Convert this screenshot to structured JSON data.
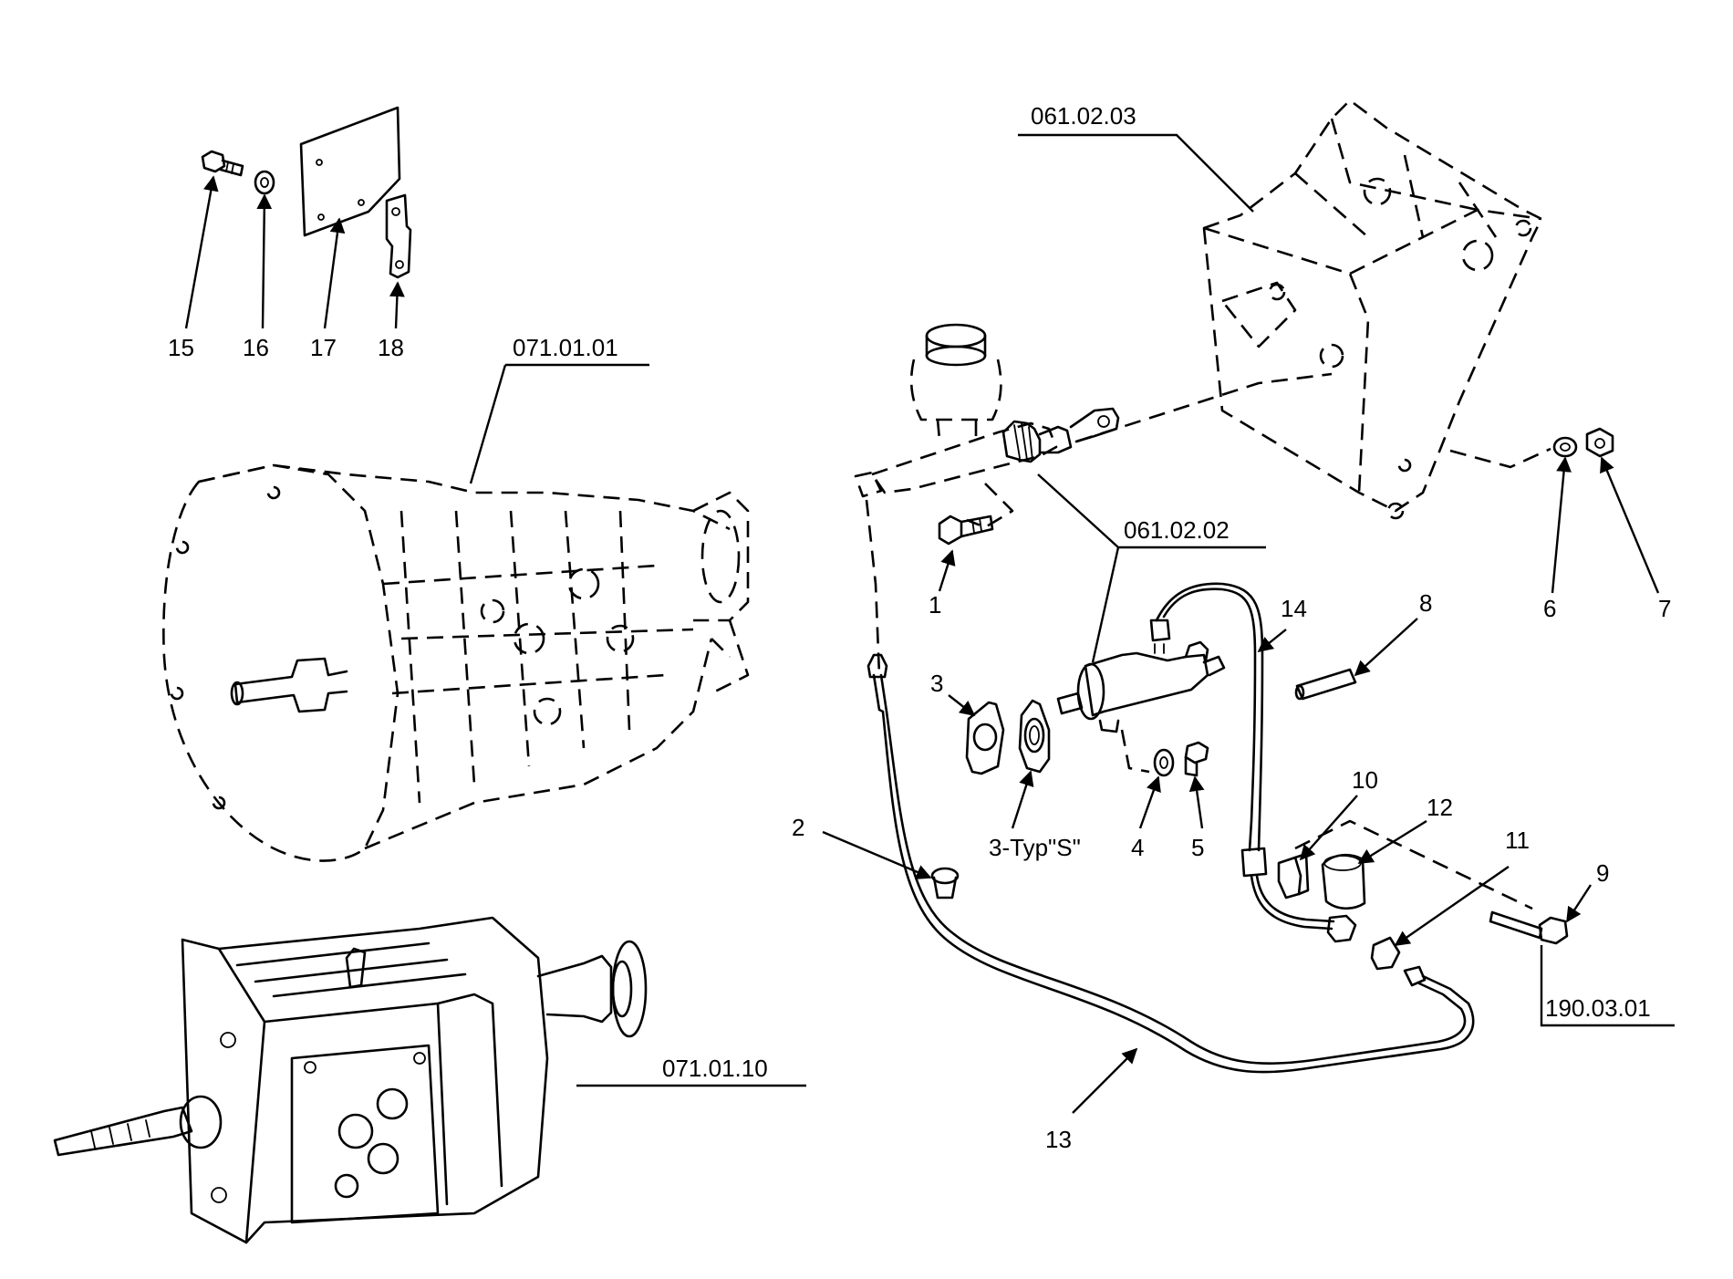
{
  "refs": {
    "ref_061_02_03": "061.02.03",
    "ref_071_01_01": "071.01.01",
    "ref_061_02_02": "061.02.02",
    "ref_071_01_10": "071.01.10",
    "ref_190_03_01": "190.03.01"
  },
  "parts": {
    "p1": "1",
    "p2": "2",
    "p3": "3",
    "p3s": "3-Typ\"S\"",
    "p4": "4",
    "p5": "5",
    "p6": "6",
    "p7": "7",
    "p8": "8",
    "p9": "9",
    "p10": "10",
    "p11": "11",
    "p12": "12",
    "p13": "13",
    "p14": "14",
    "p15": "15",
    "p16": "16",
    "p17": "17",
    "p18": "18"
  },
  "colors": {
    "ink": "#000000",
    "paper": "#ffffff"
  }
}
